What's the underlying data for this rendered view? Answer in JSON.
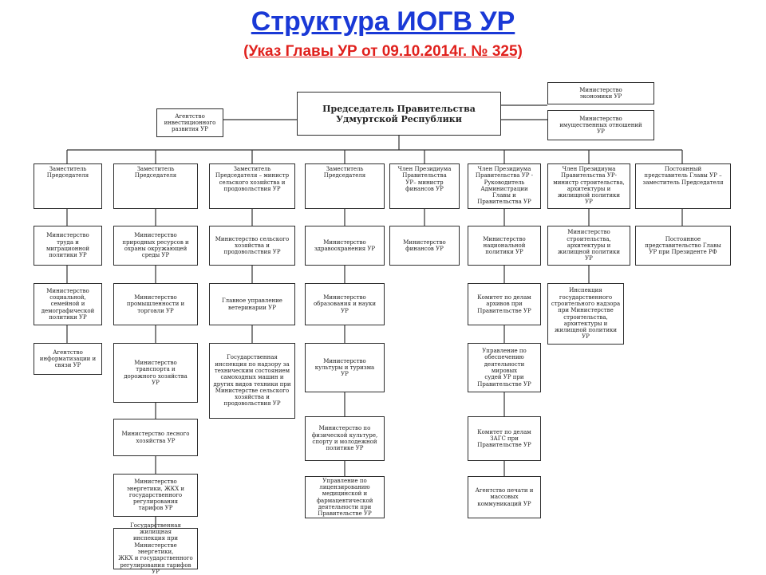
{
  "title": "Структура ИОГВ УР",
  "subtitle": "(Указ Главы УР от 09.10.2014г. № 325)",
  "top": {
    "chairman": "Председатель Правительства\nУдмуртской Республики",
    "agency_invest": "Агентство\nинвестиционного\nразвития УР",
    "min_economy": "Министерство\nэкономики УР",
    "min_property": "Министерство\nимущественных отношений\nУР"
  },
  "heads": [
    "Заместитель\nПредседателя",
    "Заместитель\nПредседателя",
    "Заместитель\nПредседателя – министр\nсельского хозяйства и\nпродовольствия УР",
    "Заместитель\nПредседателя",
    "Член Президиума\nПравительства\nУР– министр\nфинансов УР",
    "Член Президиума\nПравительства УР -\nРуководитель\nАдминистрации\nГлавы и\nПравительства УР",
    "Член Президиума\nПравительства УР-\nминистр строительства,\nархитектуры и\nжилищной политики\nУР",
    "Постоянный\nпредставитель Главы УР –\nзаместитель Председателя"
  ],
  "col1": [
    "Министерство\nтруда и\nмиграционной\nполитики УР",
    "Министерство\nсоциальной,\nсемейной и\nдемографической\nполитики УР",
    "Агентство\nинформатизации и\nсвязи УР"
  ],
  "col2": [
    "Министерство\nприродных ресурсов и\nохраны окружающей\nсреды УР",
    "Министерство\nпромышленности и\nторговли УР",
    "Министерство\nтранспорта и\nдорожного хозяйства\nУР",
    "Министерство лесного\nхозяйства УР",
    "Министерство\nэнергетики, ЖКХ и\nгосударственного\nрегулирования\nтарифов УР",
    "Государственная жилищная\nинспекция при\nМинистерстве энергетики,\nЖКХ и государственного\nрегулирования тарифов УР"
  ],
  "col3": [
    "Министерство сельского\nхозяйства и\nпродовольствия УР",
    "Главное управление\nветеринарии УР",
    "Государственная\nинспекция по надзору за\nтехническим состоянием\nсамоходных машин и\nдругих видов техники при\nМинистерстве сельского\nхозяйства и\nпродовольствия УР"
  ],
  "col4": [
    "Министерство\nздравоохранения УР",
    "Министерство\nобразования и науки\nУР",
    "Министерство\nкультуры и туризма\nУР",
    "Министерство по\nфизической культуре,\nспорту и молодежной\nполитике УР",
    "Управление по\nлицензированию\nмедицинской и\nфармацевтической\nдеятельности при\nПравительстве УР"
  ],
  "col5": [
    "Министерство финансов УР"
  ],
  "col6": [
    "Министерство\nнациональной\nполитики УР",
    "Комитет по делам\nархивов при\nПравительстве УР",
    "Управление по\nобеспечению\nдеятельности мировых\nсудей УР при\nПравительстве УР",
    "Комитет по делам\nЗАГС при\nПравительстве УР",
    "Агентство печати и\nмассовых\nкоммуникаций УР"
  ],
  "col7": [
    "Министерство\nстроительства,\nархитектуры и\nжилищной политики\nУР",
    "Инспекция\nгосударственного\nстроительного надзора\nпри Министерстве\nстроительства,\nархитектуры и\nжилищной политики УР"
  ],
  "col8": [
    "Постоянное\nпредставительство Главы\nУР при Президенте РФ"
  ]
}
